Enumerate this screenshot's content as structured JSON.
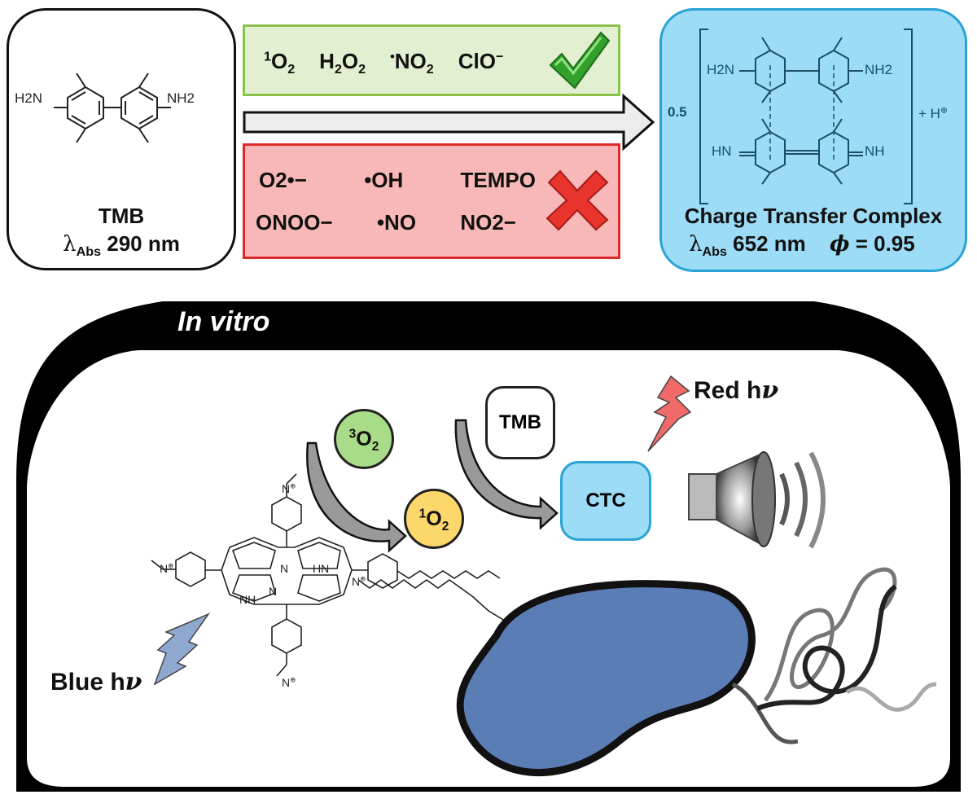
{
  "top": {
    "tmb_box": {
      "amine_left": "H2N",
      "amine_right": "NH2",
      "name": "TMB",
      "lambda_symbol": "λ",
      "lambda_sub": "Abs",
      "lambda_value": "290 nm"
    },
    "positive_species": {
      "items": [
        {
          "pre_sup": "1",
          "text": "O",
          "sub": "2"
        },
        {
          "pre_sup": "",
          "text": "H2O2"
        },
        {
          "pre_sup": "•",
          "text": "NO",
          "sub": "2"
        },
        {
          "pre_sup": "",
          "text": "ClO",
          "post_sup": "−"
        }
      ],
      "icon": "check-icon",
      "box_color": "#e2efd0",
      "border_color": "#8ac24a"
    },
    "negative_species": {
      "row1": [
        "O2•−",
        "•OH",
        "TEMPO"
      ],
      "row2": [
        "ONOO−",
        "•NO",
        "NO2−"
      ],
      "icon": "cross-icon",
      "box_color": "#f8b8b8",
      "border_color": "#e02828"
    },
    "ctc_box": {
      "coefficient": "0.5",
      "top_left_amine": "H2N",
      "top_right_amine": "NH2",
      "bottom_left_imine": "HN",
      "bottom_right_imine": "NH",
      "proton": "+ H",
      "proton_charge": "⊕",
      "name": "Charge Transfer Complex",
      "lambda_symbol": "λ",
      "lambda_sub": "Abs",
      "lambda_value": "652 nm",
      "phi_symbol": "ϕ",
      "phi_value": "= 0.95",
      "box_color": "#9cdcf6",
      "border_color": "#2aa4d6"
    }
  },
  "in_vitro": {
    "title": "In vitro",
    "triplet_oxygen": {
      "sup": "3",
      "text": "O",
      "sub": "2",
      "color": "#a9dc88"
    },
    "singlet_oxygen": {
      "sup": "1",
      "text": "O",
      "sub": "2",
      "color": "#fcd76c"
    },
    "tmb_label": "TMB",
    "ctc_label": "CTC",
    "ctc_color": "#9cdcf6",
    "red_light": {
      "text": "Red h",
      "nu": "ν",
      "color": "#f06a6a"
    },
    "blue_light": {
      "text": "Blue h",
      "nu": "ν",
      "color": "#8fa8cf"
    },
    "porphyrin": {
      "atoms": [
        "N",
        "N",
        "HN",
        "NH"
      ],
      "pyridinium_n": "N",
      "charge": "⊕",
      "methyl": "/"
    },
    "bacterium_color": "#5b7db6",
    "speaker_icon": "speaker-icon"
  }
}
